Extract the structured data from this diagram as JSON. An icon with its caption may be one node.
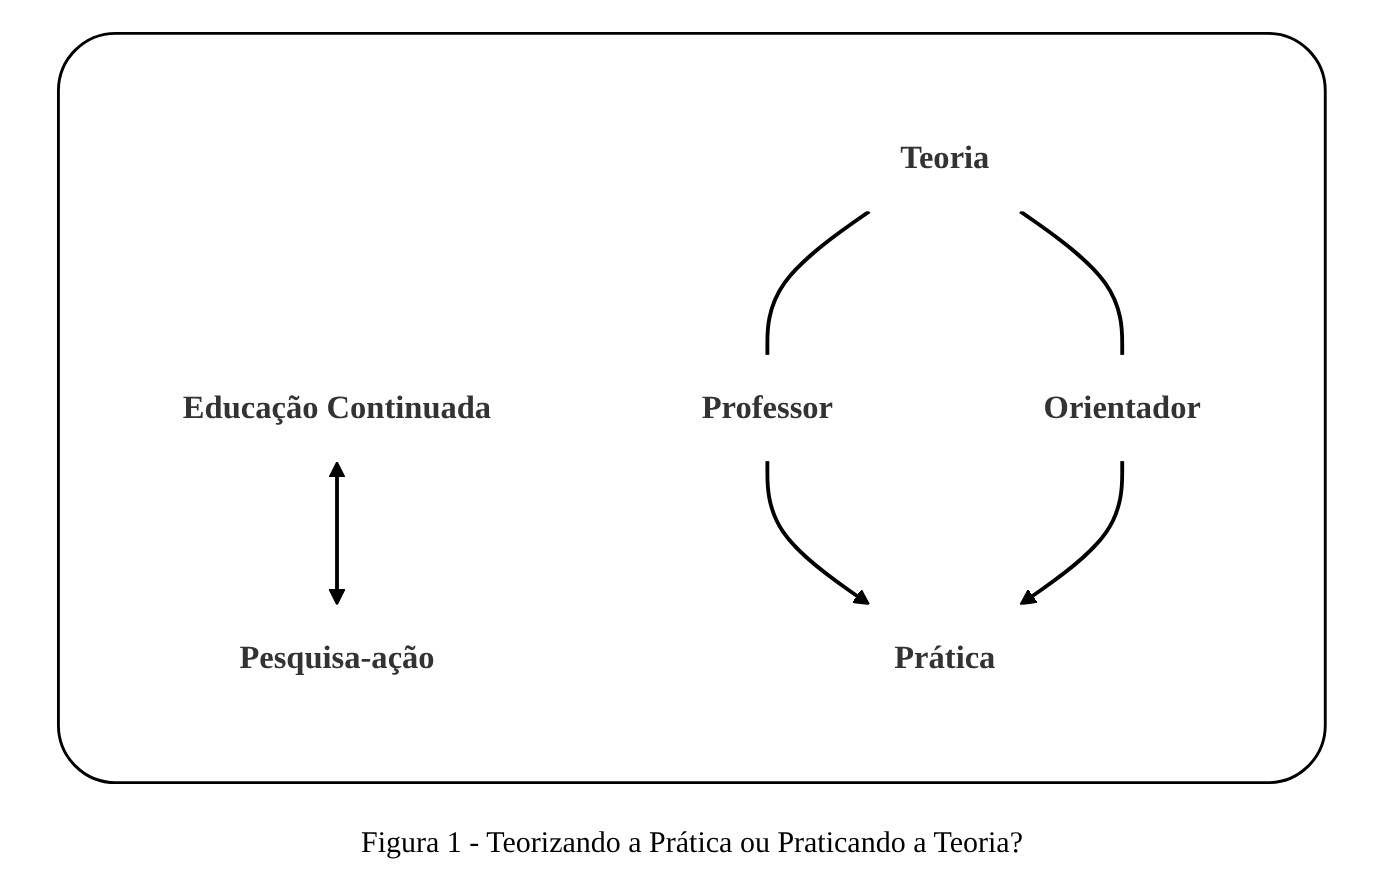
{
  "diagram": {
    "caption": "Figura 1 - Teorizando a Prática ou Praticando a Teoria?",
    "nodes": [
      {
        "text": [],
        "shape": "box"
      },
      {
        "text": [
          "Educação Continuada"
        ],
        "in": 0
      },
      {
        "text": [
          "Pesquisa-ação"
        ],
        "in": 0
      },
      {
        "text": [
          "Teoria"
        ],
        "in": 0
      },
      {
        "text": [
          "Professor"
        ],
        "in": 0
      },
      {
        "text": [
          "Orientador"
        ],
        "in": 0
      },
      {
        "text": [
          "Prática"
        ],
        "in": 0
      }
    ],
    "edges": [
      {
        "from": 1,
        "to": 2,
        "arrow": "both"
      },
      {
        "from": 3,
        "to": 4,
        "arrow": "none"
      },
      {
        "from": 4,
        "to": 6,
        "arrow": "to"
      },
      {
        "from": 3,
        "to": 5,
        "arrow": "none"
      },
      {
        "from": 5,
        "to": 6,
        "arrow": "to"
      }
    ]
  }
}
